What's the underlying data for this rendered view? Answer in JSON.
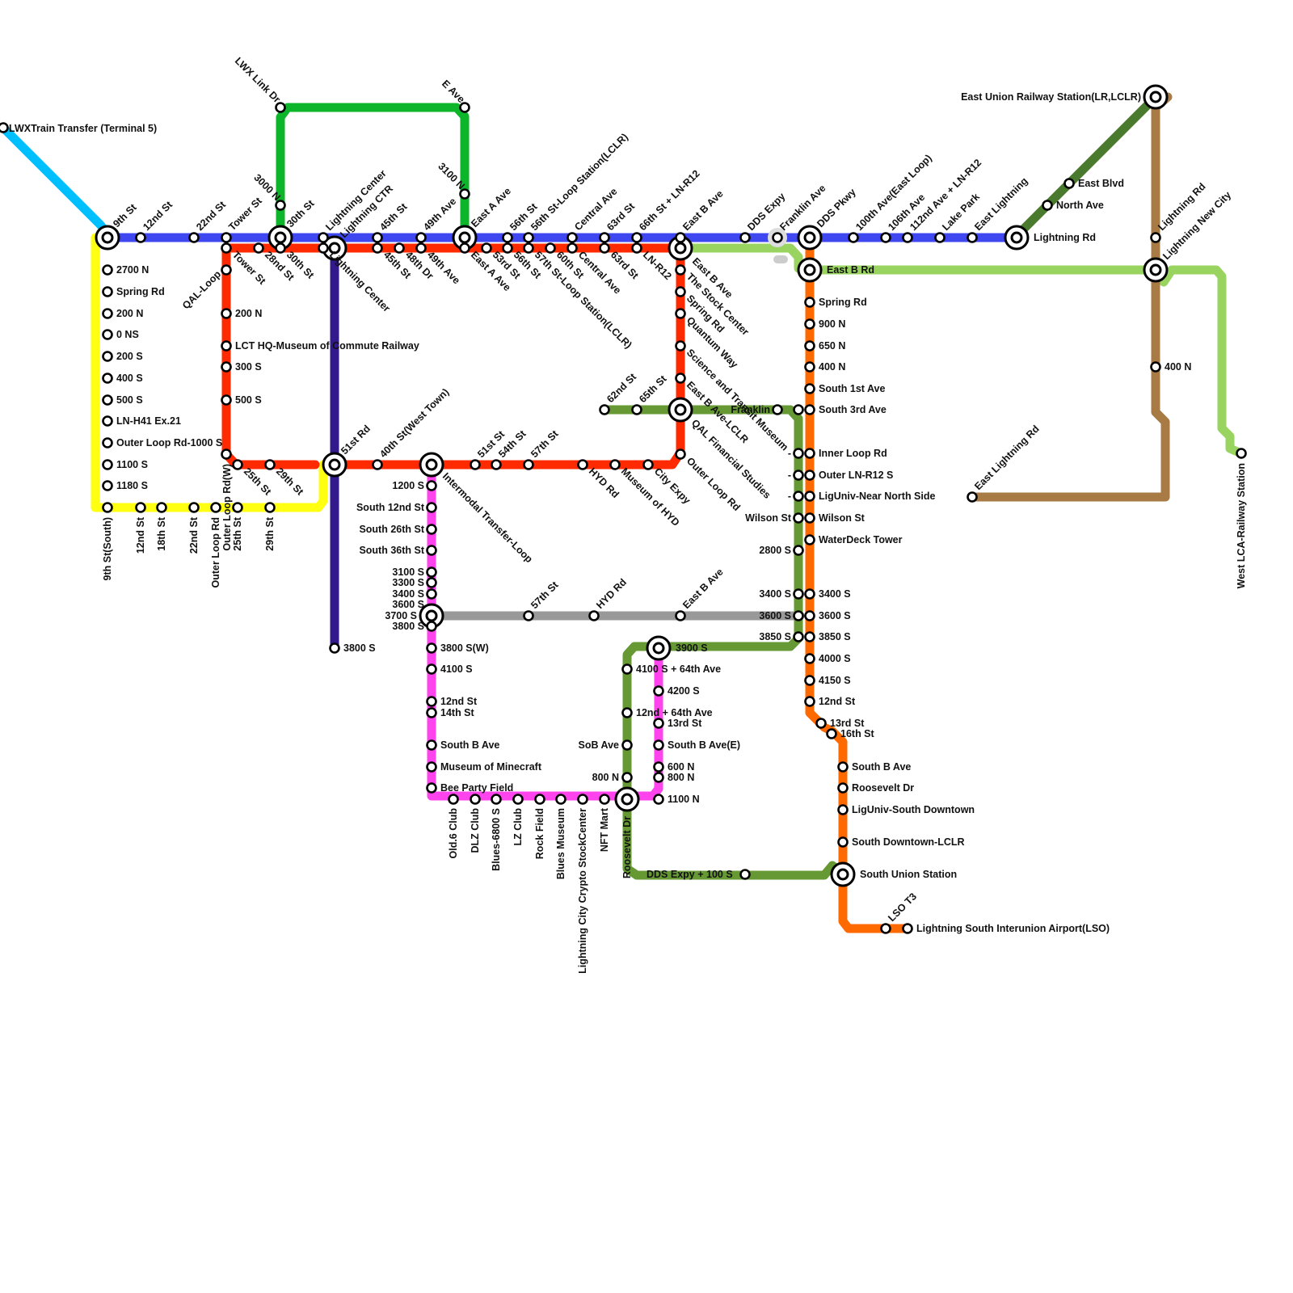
{
  "colors": {
    "cyan": "#00BFFF",
    "blue": "#3F48F0",
    "red": "#FF2A00",
    "yellow": "#FFFF11",
    "green": "#0DB52A",
    "indigo": "#321A8C",
    "magenta": "#FF44EE",
    "gray": "#999999",
    "olive": "#669933",
    "orange": "#FF6A00",
    "lightgreen": "#99D460",
    "darkgreen": "#4A7A2E",
    "brown": "#A87A44",
    "silver": "#CCCCCC"
  },
  "lines": [
    {
      "id": "cyan-line",
      "color": "cyan"
    },
    {
      "id": "blue-line",
      "color": "blue"
    },
    {
      "id": "yellow-line",
      "color": "yellow"
    },
    {
      "id": "red-line",
      "color": "red"
    },
    {
      "id": "green-line",
      "color": "green"
    },
    {
      "id": "indigo-line",
      "color": "indigo"
    },
    {
      "id": "magenta-line",
      "color": "magenta"
    },
    {
      "id": "gray-line",
      "color": "gray"
    },
    {
      "id": "olive-line",
      "color": "olive"
    },
    {
      "id": "orange-line",
      "color": "orange"
    },
    {
      "id": "lightgreen-line",
      "color": "lightgreen"
    },
    {
      "id": "darkgreen-line",
      "color": "darkgreen"
    },
    {
      "id": "brown-line",
      "color": "brown"
    }
  ],
  "stations": [
    {
      "name": "LWXTrain Transfer (Terminal 5)"
    },
    {
      "name": "9th St"
    },
    {
      "name": "12nd St"
    },
    {
      "name": "22nd St"
    },
    {
      "name": "Tower St"
    },
    {
      "name": "30th St"
    },
    {
      "name": "3000 N"
    },
    {
      "name": "LWX Link Dr"
    },
    {
      "name": "E Ave"
    },
    {
      "name": "3100 N"
    },
    {
      "name": "Lightning Center"
    },
    {
      "name": "Lightning CTR"
    },
    {
      "name": "45th St"
    },
    {
      "name": "49th Ave"
    },
    {
      "name": "East A Ave"
    },
    {
      "name": "56th St"
    },
    {
      "name": "56th St-Loop Station(LCLR)"
    },
    {
      "name": "Central Ave"
    },
    {
      "name": "63rd St"
    },
    {
      "name": "66th St + LN-R12"
    },
    {
      "name": "East B Ave"
    },
    {
      "name": "DDS Expy"
    },
    {
      "name": "Franklin Ave"
    },
    {
      "name": "DDS Pkwy"
    },
    {
      "name": "100th Ave(East Loop)"
    },
    {
      "name": "106th Ave"
    },
    {
      "name": "112nd Ave + LN-R12"
    },
    {
      "name": "Lake Park"
    },
    {
      "name": "East Lightning"
    },
    {
      "name": "Lightning Rd"
    },
    {
      "name": "East Blvd"
    },
    {
      "name": "North Ave"
    },
    {
      "name": "East Union Railway Station(LR,LCLR)"
    },
    {
      "name": "Lightning New City"
    },
    {
      "name": "400 N"
    },
    {
      "name": "West LCA-Railway Station"
    },
    {
      "name": "East Lightning Rd"
    },
    {
      "name": "2700 N"
    },
    {
      "name": "Spring Rd"
    },
    {
      "name": "200 N"
    },
    {
      "name": "0 NS"
    },
    {
      "name": "200 S"
    },
    {
      "name": "400 S"
    },
    {
      "name": "500 S"
    },
    {
      "name": "LN-H41 Ex.21"
    },
    {
      "name": "Outer Loop Rd-1000 S"
    },
    {
      "name": "1100 S"
    },
    {
      "name": "1180 S"
    },
    {
      "name": "9th St(South)"
    },
    {
      "name": "18th St"
    },
    {
      "name": "Outer Loop Rd"
    },
    {
      "name": "Outer Loop Rd(W)"
    },
    {
      "name": "25th St"
    },
    {
      "name": "29th St"
    },
    {
      "name": "QAL-Loop"
    },
    {
      "name": "LCT HQ-Museum of Commute Railway"
    },
    {
      "name": "300 S"
    },
    {
      "name": "28nd St"
    },
    {
      "name": "48th Dr"
    },
    {
      "name": "53rd St"
    },
    {
      "name": "57th St-Loop Station(LCLR)"
    },
    {
      "name": "60th St"
    },
    {
      "name": "LN-R12"
    },
    {
      "name": "The Stock Center"
    },
    {
      "name": "Quantum Way"
    },
    {
      "name": "Science and Transit Museum"
    },
    {
      "name": "East B Ave-LCLR"
    },
    {
      "name": "QAL Financial Studies"
    },
    {
      "name": "Outer Loop Rd"
    },
    {
      "name": "51st Rd"
    },
    {
      "name": "40th St(West Town)"
    },
    {
      "name": "51st St"
    },
    {
      "name": "54th St"
    },
    {
      "name": "57th St"
    },
    {
      "name": "HYD Rd"
    },
    {
      "name": "Museum of HYD"
    },
    {
      "name": "City Expy"
    },
    {
      "name": "3800 S"
    },
    {
      "name": "Intermodal Transfer-Loop"
    },
    {
      "name": "1200 S"
    },
    {
      "name": "South 12nd St"
    },
    {
      "name": "South 26th St"
    },
    {
      "name": "South 36th St"
    },
    {
      "name": "3100 S"
    },
    {
      "name": "3300 S"
    },
    {
      "name": "3400 S"
    },
    {
      "name": "3600 S"
    },
    {
      "name": "3700 S"
    },
    {
      "name": "3800 S(W)"
    },
    {
      "name": "4100 S"
    },
    {
      "name": "12nd St"
    },
    {
      "name": "14th St"
    },
    {
      "name": "South B Ave"
    },
    {
      "name": "Museum of Minecraft"
    },
    {
      "name": "Bee Party Field"
    },
    {
      "name": "Old.6 Club"
    },
    {
      "name": "DLZ Club"
    },
    {
      "name": "Blues-6800 S"
    },
    {
      "name": "LZ Club"
    },
    {
      "name": "Rock Field"
    },
    {
      "name": "Blues Museum"
    },
    {
      "name": "Lightning City Crypto StockCenter"
    },
    {
      "name": "NFT Mart"
    },
    {
      "name": "Roosevelt Dr"
    },
    {
      "name": "1100 N"
    },
    {
      "name": "800 N"
    },
    {
      "name": "600 N"
    },
    {
      "name": "South B Ave(E)"
    },
    {
      "name": "13rd St"
    },
    {
      "name": "4200 S"
    },
    {
      "name": "3900 S"
    },
    {
      "name": "4100 S + 64th Ave"
    },
    {
      "name": "12nd + 64th Ave"
    },
    {
      "name": "SoB Ave"
    },
    {
      "name": "DDS Expy + 100 S"
    },
    {
      "name": "62nd St"
    },
    {
      "name": "65th St"
    },
    {
      "name": "Franklin"
    },
    {
      "name": "Wilson St"
    },
    {
      "name": "2800 S"
    },
    {
      "name": "3850 S"
    },
    {
      "name": "East B Rd"
    },
    {
      "name": "900 N"
    },
    {
      "name": "650 N"
    },
    {
      "name": "South 1st Ave"
    },
    {
      "name": "South 3rd Ave"
    },
    {
      "name": "Inner Loop Rd"
    },
    {
      "name": "Outer LN-R12 S"
    },
    {
      "name": "LigUniv-Near North Side"
    },
    {
      "name": "WaterDeck Tower"
    },
    {
      "name": "4000 S"
    },
    {
      "name": "4150 S"
    },
    {
      "name": "16th St"
    },
    {
      "name": "Roosevelt Dr"
    },
    {
      "name": "LigUniv-South Downtown"
    },
    {
      "name": "South Downtown-LCLR"
    },
    {
      "name": "South Union Station"
    },
    {
      "name": "LSO T3"
    },
    {
      "name": "Lightning South Interunion Airport(LSO)"
    }
  ],
  "labels": {
    "lwxtrain": "LWXTrain Transfer (Terminal 5)",
    "ninth_st": "9th St",
    "twelfth_st": "12nd St",
    "st22": "22nd St",
    "tower_st": "Tower St",
    "st30": "30th St",
    "n3000": "3000 N",
    "lwx_link": "LWX Link Dr",
    "e_ave": "E Ave",
    "n3100": "3100 N",
    "lightning_center": "Lightning Center",
    "lightning_ctr": "Lightning CTR",
    "st45": "45th St",
    "ave49": "49th Ave",
    "east_a_ave": "East A Ave",
    "st56": "56th St",
    "st56_loop": "56th St-Loop Station(LCLR)",
    "central_ave": "Central Ave",
    "st63": "63rd St",
    "st66": "66th St + LN-R12",
    "east_b_ave": "East B Ave",
    "dds_expy": "DDS Expy",
    "franklin_ave": "Franklin Ave",
    "dds_pkwy": "DDS Pkwy",
    "ave100": "100th Ave(East Loop)",
    "ave106": "106th Ave",
    "ave112": "112nd Ave + LN-R12",
    "lake_park": "Lake Park",
    "east_lightning": "East Lightning",
    "lightning_rd": "Lightning Rd",
    "east_blvd": "East Blvd",
    "north_ave": "North Ave",
    "east_union": "East Union Railway Station(LR,LCLR)",
    "lightning_new_city": "Lightning New City",
    "n400": "400 N",
    "west_lca": "West LCA-Railway Station",
    "east_lightning_rd": "East Lightning Rd",
    "n2700": "2700 N",
    "spring_rd": "Spring Rd",
    "n200": "200 N",
    "ns0": "0 NS",
    "s200": "200 S",
    "s400": "400 S",
    "s500": "500 S",
    "lnh41": "LN-H41 Ex.21",
    "outer_1000": "Outer Loop Rd-1000 S",
    "s1100": "1100 S",
    "s1180": "1180 S",
    "ninth_south": "9th St(South)",
    "st18": "18th St",
    "outer_loop_rd": "Outer Loop Rd",
    "outer_loop_w": "Outer Loop Rd(W)",
    "st25": "25th St",
    "st29": "29th St",
    "qal_loop": "QAL-Loop",
    "lct_hq": "LCT HQ-Museum of Commute Railway",
    "s300": "300 S",
    "st28": "28nd St",
    "dr48": "48th Dr",
    "st53": "53rd St",
    "st57_loop": "57th St-Loop Station(LCLR)",
    "st60": "60th St",
    "lnr12": "LN-R12",
    "stock_center": "The Stock Center",
    "quantum": "Quantum Way",
    "science_museum": "Science and Transit Museum",
    "east_b_lclr": "East B Ave-LCLR",
    "qal_fin": "QAL Financial Studies",
    "rd51": "51st Rd",
    "st40": "40th St(West Town)",
    "st51": "51st St",
    "st54": "54th St",
    "st57": "57th St",
    "hyd_rd": "HYD Rd",
    "museum_hyd": "Museum of HYD",
    "city_expy": "City Expy",
    "s3800": "3800 S",
    "intermodal": "Intermodal Transfer-Loop",
    "s1200": "1200 S",
    "south12": "South 12nd St",
    "south26": "South 26th St",
    "south36": "South 36th St",
    "s3100": "3100 S",
    "s3300": "3300 S",
    "s3400": "3400 S",
    "s3600": "3600 S",
    "s3700": "3700 S",
    "s3800w": "3800 S(W)",
    "s4100": "4100 S",
    "st12": "12nd St",
    "st14": "14th St",
    "south_b": "South B Ave",
    "minecraft": "Museum of Minecraft",
    "bee": "Bee Party Field",
    "old6": "Old.6 Club",
    "dlz": "DLZ Club",
    "blues6800": "Blues-6800 S",
    "lz": "LZ Club",
    "rock": "Rock Field",
    "blues_museum": "Blues Museum",
    "crypto": "Lightning City Crypto StockCenter",
    "nft": "NFT Mart",
    "roosevelt": "Roosevelt Dr",
    "n1100": "1100 N",
    "n800": "800 N",
    "n600": "600 N",
    "south_b_e": "South B Ave(E)",
    "st13": "13rd St",
    "s4200": "4200 S",
    "s3900": "3900 S",
    "s4100_64": "4100 S + 64th Ave",
    "st12_64": "12nd + 64th Ave",
    "sob": "SoB Ave",
    "dds_100s": "DDS Expy + 100 S",
    "st62": "62nd St",
    "st65": "65th St",
    "franklin": "Franklin",
    "wilson": "Wilson St",
    "s2800": "2800 S",
    "s3850": "3850 S",
    "east_b_rd": "East B Rd",
    "n900": "900 N",
    "n650": "650 N",
    "south1": "South 1st Ave",
    "south3": "South 3rd Ave",
    "inner_loop": "Inner Loop Rd",
    "outer_lnr12": "Outer LN-R12 S",
    "liguniv_nns": "LigUniv-Near North Side",
    "waterdeck": "WaterDeck Tower",
    "s4000": "4000 S",
    "s4150": "4150 S",
    "st16": "16th St",
    "roosevelt_dr": "Roosevelt Dr",
    "liguniv_sd": "LigUniv-South Downtown",
    "south_dt": "South Downtown-LCLR",
    "south_union": "South Union Station",
    "lso_t3": "LSO T3",
    "lso": "Lightning South Interunion Airport(LSO)",
    "dash": "-"
  }
}
